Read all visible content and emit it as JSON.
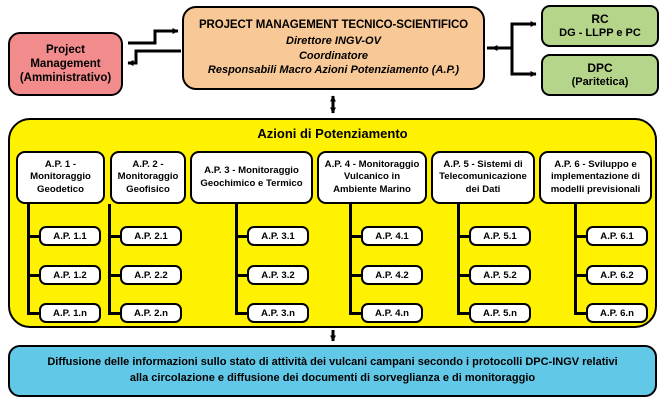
{
  "diagram": {
    "title_text": "Azioni di Potenziamento",
    "colors": {
      "admin_pink": "#F28B8B",
      "management_orange": "#F8C896",
      "partner_green": "#B5D58A",
      "actions_yellow": "#FFF200",
      "diffusion_blue": "#62C8E8",
      "line_black": "#000000",
      "box_white": "#FFFFFF"
    }
  },
  "project_management_admin": {
    "lines": [
      "Project",
      "Management",
      "(Amministrativo)"
    ]
  },
  "project_management_tech": {
    "title": "PROJECT MANAGEMENT TECNICO-SCIENTIFICO",
    "subtitles": [
      "Direttore INGV-OV",
      "Coordinatore",
      "Responsabili Macro Azioni Potenziamento (A.P.)"
    ]
  },
  "partners": [
    {
      "line1": "RC",
      "line2": "DG - LLPP e PC"
    },
    {
      "line1": "DPC",
      "line2": "(Paritetica)"
    }
  ],
  "actions_panel": {
    "header": "Azioni di Potenziamento",
    "columns": [
      {
        "header": "A.P. 1 - Monitoraggio Geodetico",
        "items": [
          "A.P. 1.1",
          "A.P. 1.2",
          "A.P. 1.n"
        ]
      },
      {
        "header": "A.P. 2 - Monitoraggio Geofisico",
        "items": [
          "A.P. 2.1",
          "A.P. 2.2",
          "A.P. 2.n"
        ]
      },
      {
        "header": "A.P. 3 - Monitoraggio Geochimico e Termico",
        "items": [
          "A.P. 3.1",
          "A.P. 3.2",
          "A.P. 3.n"
        ]
      },
      {
        "header": "A.P. 4 - Monitoraggio Vulcanico in Ambiente Marino",
        "items": [
          "A.P. 4.1",
          "A.P. 4.2",
          "A.P. 4.n"
        ]
      },
      {
        "header": "A.P. 5 - Sistemi di Telecomunicazione dei Dati",
        "items": [
          "A.P. 5.1",
          "A.P. 5.2",
          "A.P. 5.n"
        ]
      },
      {
        "header": "A.P. 6 - Sviluppo e implementazione di modelli previsionali",
        "items": [
          "A.P. 6.1",
          "A.P. 6.2",
          "A.P. 6.n"
        ]
      }
    ]
  },
  "diffusion": {
    "line1": "Diffusione delle informazioni sullo stato di attività dei vulcani campani secondo i protocolli DPC-INGV relativi",
    "line2": "alla circolazione e diffusione dei documenti di sorveglianza e di monitoraggio"
  }
}
